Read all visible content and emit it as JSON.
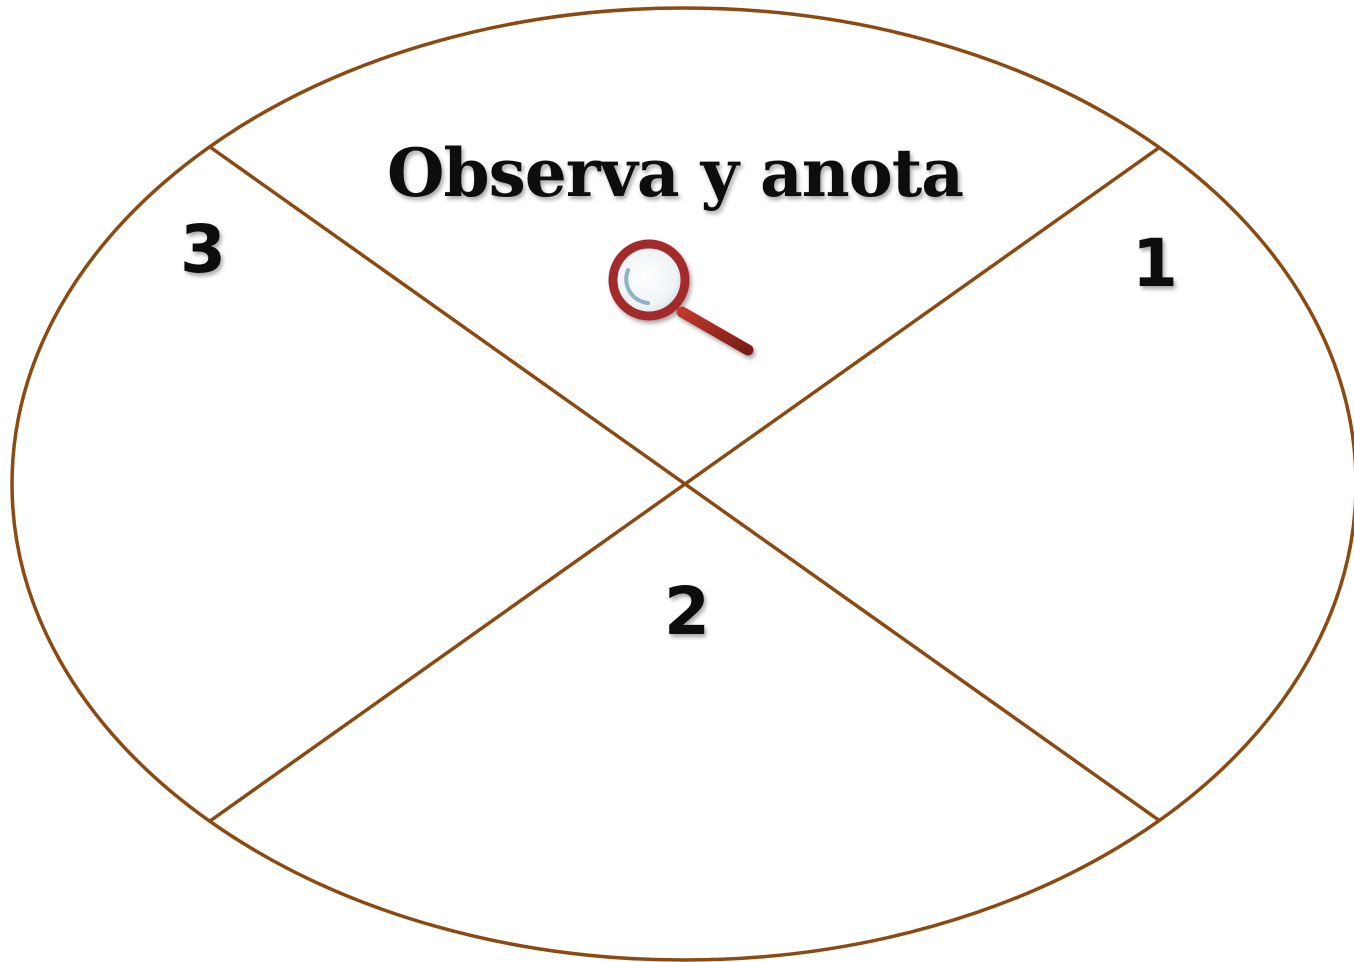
{
  "diagram": {
    "title": "Observa y anota",
    "sections": [
      {
        "label": "1"
      },
      {
        "label": "2"
      },
      {
        "label": "3"
      }
    ],
    "icon": "magnifying-glass-icon",
    "colors": {
      "outline": "#8b4a12",
      "text": "#111111",
      "magnifier": "#a32a2a"
    }
  }
}
